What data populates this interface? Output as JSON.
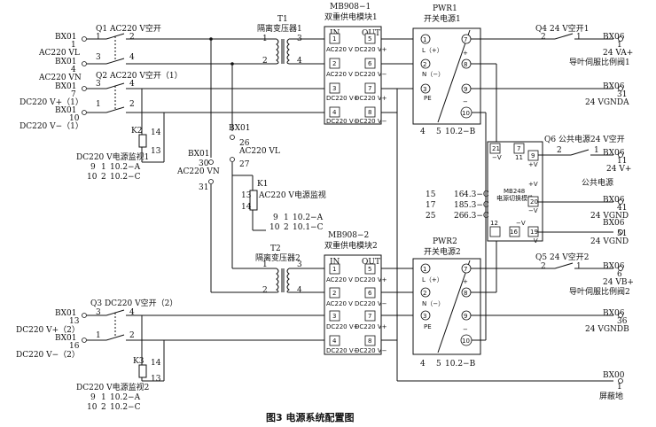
{
  "caption": "图3  电源系统配置图",
  "left": {
    "q1": {
      "label": "Q1  AC220 V空开",
      "t2": "2",
      "t1": "1",
      "t3": "3",
      "t4": "4"
    },
    "q2": {
      "label": "Q2  AC220 V空开（1）",
      "t3": "3",
      "t4": "4",
      "t1": "1",
      "t2": "2"
    },
    "q3": {
      "label": "Q3  DC220 V空开（2）",
      "t3": "3",
      "t4": "4",
      "t1": "1",
      "t2": "2"
    },
    "bx_l1": {
      "name": "BX01",
      "pin": "1"
    },
    "bx_l2": {
      "name": "BX01",
      "pin": "4"
    },
    "bx_l3": {
      "name": "BX01",
      "pin": "7"
    },
    "bx_l4": {
      "name": "BX01",
      "pin": "10"
    },
    "bx_l5": {
      "name": "BX01",
      "pin": "13"
    },
    "bx_l6": {
      "name": "BX01",
      "pin": "16"
    },
    "sig_acvl": "AC220 VL",
    "sig_acvn": "AC220 VN",
    "sig_dcp1": "DC220 V+（1）",
    "sig_dcn1": "DC220 V−（1）",
    "sig_dcp2": "DC220 V+（2）",
    "sig_dcn2": "DC220 V−（2）"
  },
  "k2": {
    "name": "K2",
    "p14": "14",
    "p13": "13",
    "title": "DC220 V电源监视1",
    "r1": "9",
    "r1b": "1",
    "r1v": "10.2−A",
    "r2": "10",
    "r2b": "2",
    "r2v": "10.2−C"
  },
  "k3": {
    "name": "K3",
    "p14": "14",
    "p13": "13",
    "title": "DC220 V电源监视2",
    "r1": "9",
    "r1b": "1",
    "r1v": "10.2−A",
    "r2": "10",
    "r2b": "2",
    "r2v": "10.2−C"
  },
  "k1": {
    "name": "K1",
    "p13": "13",
    "p14": "14",
    "title": "AC220 V电源监视",
    "r1": "9",
    "r1b": "1",
    "r1v": "10.2−A",
    "r2": "10",
    "r2b": "2",
    "r2v": "10.1−C"
  },
  "mid": {
    "bx_a": {
      "name": "BX01",
      "pin": "26",
      "sig": "AC220 VL",
      "pin2": "27"
    },
    "bx_b": {
      "name": "BX01",
      "pin": "30",
      "pin2": "31",
      "sig": "AC220 VN"
    },
    "t1": {
      "name": "T1",
      "label": "隔离变压器1",
      "p1": "1",
      "p2": "2",
      "p3": "3",
      "p4": "4"
    },
    "t2": {
      "name": "T2",
      "label": "隔离变压器2",
      "p1": "1",
      "p2": "2",
      "p3": "3",
      "p4": "4"
    }
  },
  "mb1": {
    "name": "MB908−1",
    "label": "双重供电模块1",
    "in": "IN",
    "out": "OUT",
    "pins": [
      "1",
      "5",
      "2",
      "6",
      "3",
      "7",
      "4",
      "8"
    ],
    "sub": [
      "AC220 V",
      "DC220 V+",
      "AC220 V",
      "DC220 V−",
      "DC220 V+",
      "DC220 V+",
      "DC220 V−",
      "DC220 V−"
    ]
  },
  "mb2": {
    "name": "MB908−2",
    "label": "双重供电模块2",
    "in": "IN",
    "out": "OUT",
    "pins": [
      "1",
      "5",
      "2",
      "6",
      "3",
      "7",
      "4",
      "8"
    ],
    "sub": [
      "AC220 V",
      "DC220 V+",
      "AC220 V",
      "DC220 V−",
      "DC220 V+",
      "DC220 V+",
      "DC220 V−",
      "DC220 V−"
    ]
  },
  "pwr1": {
    "name": "PWR1",
    "label": "开关电源1",
    "pins": [
      "1",
      "2",
      "3",
      "7",
      "8",
      "9",
      "10"
    ],
    "l": "L（+）",
    "n": "N（−）",
    "pe": "PE",
    "plus": "+",
    "minus": "−",
    "bottom_a": "4",
    "bottom_b": "5",
    "bottom_v": "10.2−B"
  },
  "pwr2": {
    "name": "PWR2",
    "label": "开关电源2",
    "pins": [
      "1",
      "2",
      "3",
      "7",
      "8",
      "9",
      "10"
    ],
    "l": "L（+）",
    "n": "N（−）",
    "pe": "PE",
    "plus": "+",
    "minus": "−",
    "bottom_a": "4",
    "bottom_b": "5",
    "bottom_v": "10.2−B"
  },
  "mb248": {
    "name": "MB248",
    "label": "电源切换模件",
    "p21": "21",
    "p7": "7",
    "p11": "11",
    "p9": "9",
    "p12": "12",
    "p20": "20",
    "p19": "19",
    "p16": "16",
    "vminus": "−V",
    "vplus": "+V",
    "rows": [
      {
        "a": "15",
        "b": "16",
        "v": "4.3−C"
      },
      {
        "a": "17",
        "b": "18",
        "v": "5.3−C"
      },
      {
        "a": "25",
        "b": "26",
        "v": "6.3−C"
      }
    ]
  },
  "right": {
    "q4": {
      "label": "Q4  24 V空开1",
      "t2": "2",
      "t1": "1"
    },
    "q5": {
      "label": "Q5  24 V空开2",
      "t2": "2",
      "t1": "1"
    },
    "q6": {
      "label": "Q6  公共电源24 V空开",
      "t2": "2",
      "t1": "1"
    },
    "bx1": {
      "name": "BX06",
      "pin": "1",
      "sig": "24 VA+",
      "note": "导叶伺服比例阀1"
    },
    "bx2": {
      "name": "BX06",
      "pin": "31",
      "sig": "24 VGNDA"
    },
    "bx3": {
      "name": "BX06",
      "pin": "11",
      "sig": "24 V+",
      "note": "公共电源"
    },
    "bx4": {
      "name": "BX06",
      "pin": "41",
      "sig": "24 VGND"
    },
    "bx5": {
      "name": "BX06",
      "pin": "51",
      "sig": "24 VGND"
    },
    "bx6": {
      "name": "BX06",
      "pin": "6",
      "sig": "24 VB+",
      "note": "导叶伺服比例阀2"
    },
    "bx7": {
      "name": "BX06",
      "pin": "36",
      "sig": "24 VGNDB"
    },
    "bx8": {
      "name": "BX00",
      "pin": "1",
      "sig": "屏蔽地"
    }
  }
}
